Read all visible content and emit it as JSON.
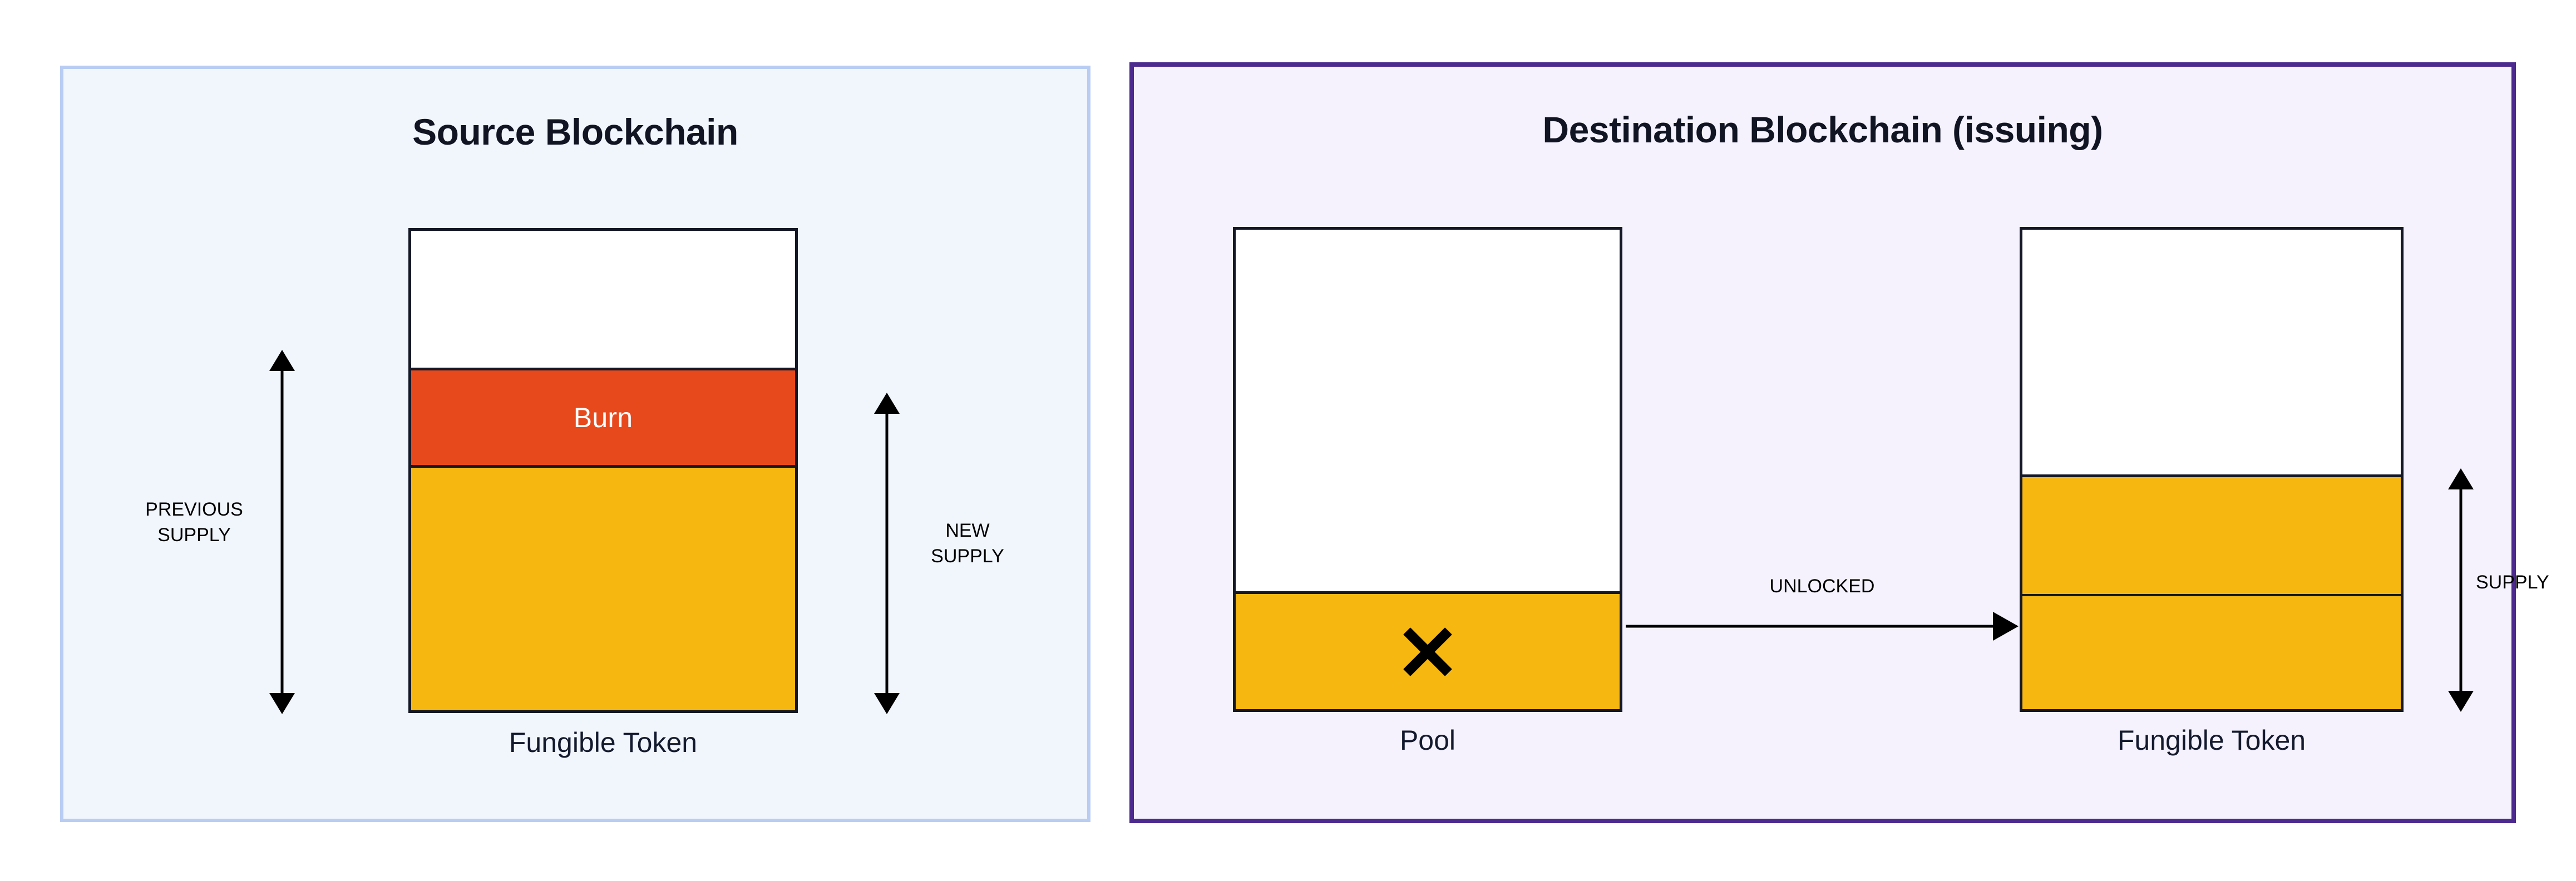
{
  "diagram": {
    "title": "Token bridge burn and unlock supply diagram",
    "colors": {
      "source_panel_bg": "#f1f6fd",
      "source_panel_border": "#b9cdf3",
      "dest_panel_bg": "#f5f2fd",
      "dest_panel_border": "#4c2a8e",
      "burn": "#e8491c",
      "token": "#f7b711",
      "empty": "#ffffff",
      "outline": "#141826",
      "text": "#141a2e"
    }
  },
  "source_panel": {
    "title": "Source Blockchain",
    "column": {
      "caption": "Fungible Token",
      "segments": [
        {
          "name": "empty",
          "label": "",
          "fill": "#ffffff"
        },
        {
          "name": "burn",
          "label": "Burn",
          "fill": "#e8491c"
        },
        {
          "name": "new-supply",
          "label": "",
          "fill": "#f7b711"
        }
      ]
    },
    "measures": [
      {
        "name": "previous-supply",
        "label": "PREVIOUS\nSUPPLY"
      },
      {
        "name": "new-supply",
        "label": "NEW\nSUPPLY"
      }
    ]
  },
  "dest_panel": {
    "title": "Destination Blockchain (issuing)",
    "pool_column": {
      "caption": "Pool",
      "marker_icon": "x-mark-icon",
      "segments": [
        {
          "name": "empty",
          "label": "",
          "fill": "#ffffff"
        },
        {
          "name": "pool-reserve",
          "label": "",
          "fill": "#f7b711"
        }
      ]
    },
    "token_column": {
      "caption": "Fungible Token",
      "segments": [
        {
          "name": "empty",
          "label": "",
          "fill": "#ffffff"
        },
        {
          "name": "minted",
          "label": "",
          "fill": "#f7b711"
        },
        {
          "name": "existing-supply",
          "label": "",
          "fill": "#f7b711"
        }
      ]
    },
    "flow": {
      "name": "unlocked-arrow",
      "label": "UNLOCKED"
    },
    "measures": [
      {
        "name": "supply",
        "label": "SUPPLY"
      }
    ]
  }
}
